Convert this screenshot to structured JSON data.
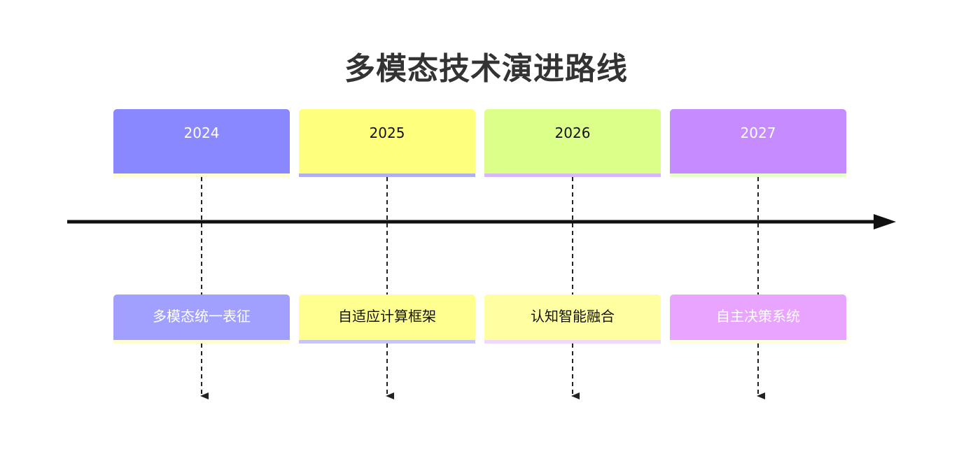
{
  "title": "多模态技术演进路线",
  "columns": [
    {
      "year": "2024",
      "event": "多模态统一表征",
      "year_bg": "#8a88ff",
      "year_text": "#ffffff",
      "year_underline": "#fdfdd0",
      "event_bg": "#a2a0ff",
      "event_text": "#ffffff",
      "event_underline": "#fdfdd0"
    },
    {
      "year": "2025",
      "event": "自适应计算框架",
      "year_bg": "#ffff7e",
      "year_text": "#111111",
      "year_underline": "#b0b0f0",
      "event_bg": "#ffff90",
      "event_text": "#111111",
      "event_underline": "#c8c4f6"
    },
    {
      "year": "2026",
      "event": "认知智能融合",
      "year_bg": "#dcff8a",
      "year_text": "#111111",
      "year_underline": "#d7b8fb",
      "event_bg": "#ffffa2",
      "event_text": "#111111",
      "event_underline": "#f0d8fc"
    },
    {
      "year": "2027",
      "event": "自主决策系统",
      "year_bg": "#c58bff",
      "year_text": "#ffffff",
      "year_underline": "#e4ffc8",
      "event_bg": "#e8a4ff",
      "event_text": "#ffffff",
      "event_underline": "#fdfde0"
    }
  ]
}
